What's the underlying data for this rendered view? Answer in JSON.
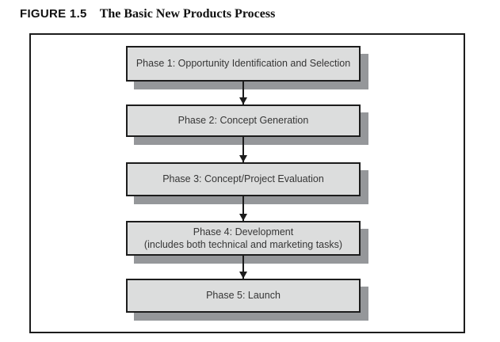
{
  "figure": {
    "label": "FIGURE 1.5",
    "title": "The Basic New Products Process"
  },
  "diagram": {
    "type": "flowchart",
    "direction": "top-to-bottom",
    "phases": [
      {
        "label": "Phase 1: Opportunity Identification and Selection",
        "sublabel": ""
      },
      {
        "label": "Phase 2: Concept Generation",
        "sublabel": ""
      },
      {
        "label": "Phase 3: Concept/Project Evaluation",
        "sublabel": ""
      },
      {
        "label": "Phase 4: Development",
        "sublabel": "(includes both technical and marketing tasks)"
      },
      {
        "label": "Phase 5: Launch",
        "sublabel": ""
      }
    ]
  },
  "colors": {
    "background": "#ffffff",
    "box_fill": "#dcdddd",
    "box_border": "#1c1c1c",
    "box_shadow": "#95979a",
    "arrow": "#1c1c1c",
    "box_text": "#363636",
    "caption_text": "#111111"
  }
}
